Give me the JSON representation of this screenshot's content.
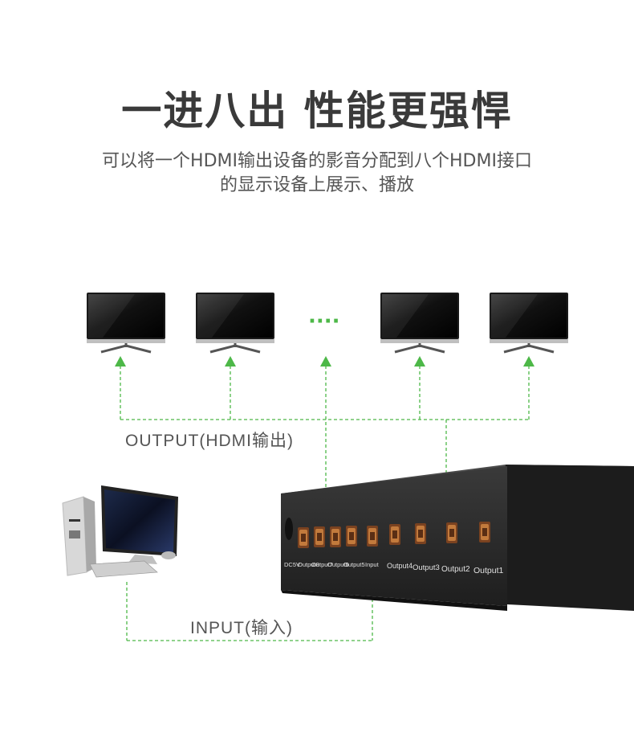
{
  "header": {
    "title": "一进八出 性能更强悍",
    "subtitle_line1": "可以将一个HDMI输出设备的影音分配到八个HDMI接口",
    "subtitle_line2": "的显示设备上展示、播放"
  },
  "diagram": {
    "output_label": "OUTPUT(HDMI输出)",
    "input_label": "INPUT(输入)",
    "ellipsis": "····",
    "device_ports": [
      "DC5V",
      "Output8",
      "Output7",
      "Output6",
      "Output5",
      "Input",
      "Output4",
      "Output3",
      "Output2",
      "Output1"
    ]
  },
  "colors": {
    "arrow_green": "#4db848",
    "title": "#3a3a3a",
    "device_body": "#2b2b2b",
    "port_copper": "#b0652d"
  },
  "icons": [
    "monitor-icon",
    "desktop-computer-icon",
    "hdmi-splitter-icon",
    "arrow-up-icon"
  ]
}
